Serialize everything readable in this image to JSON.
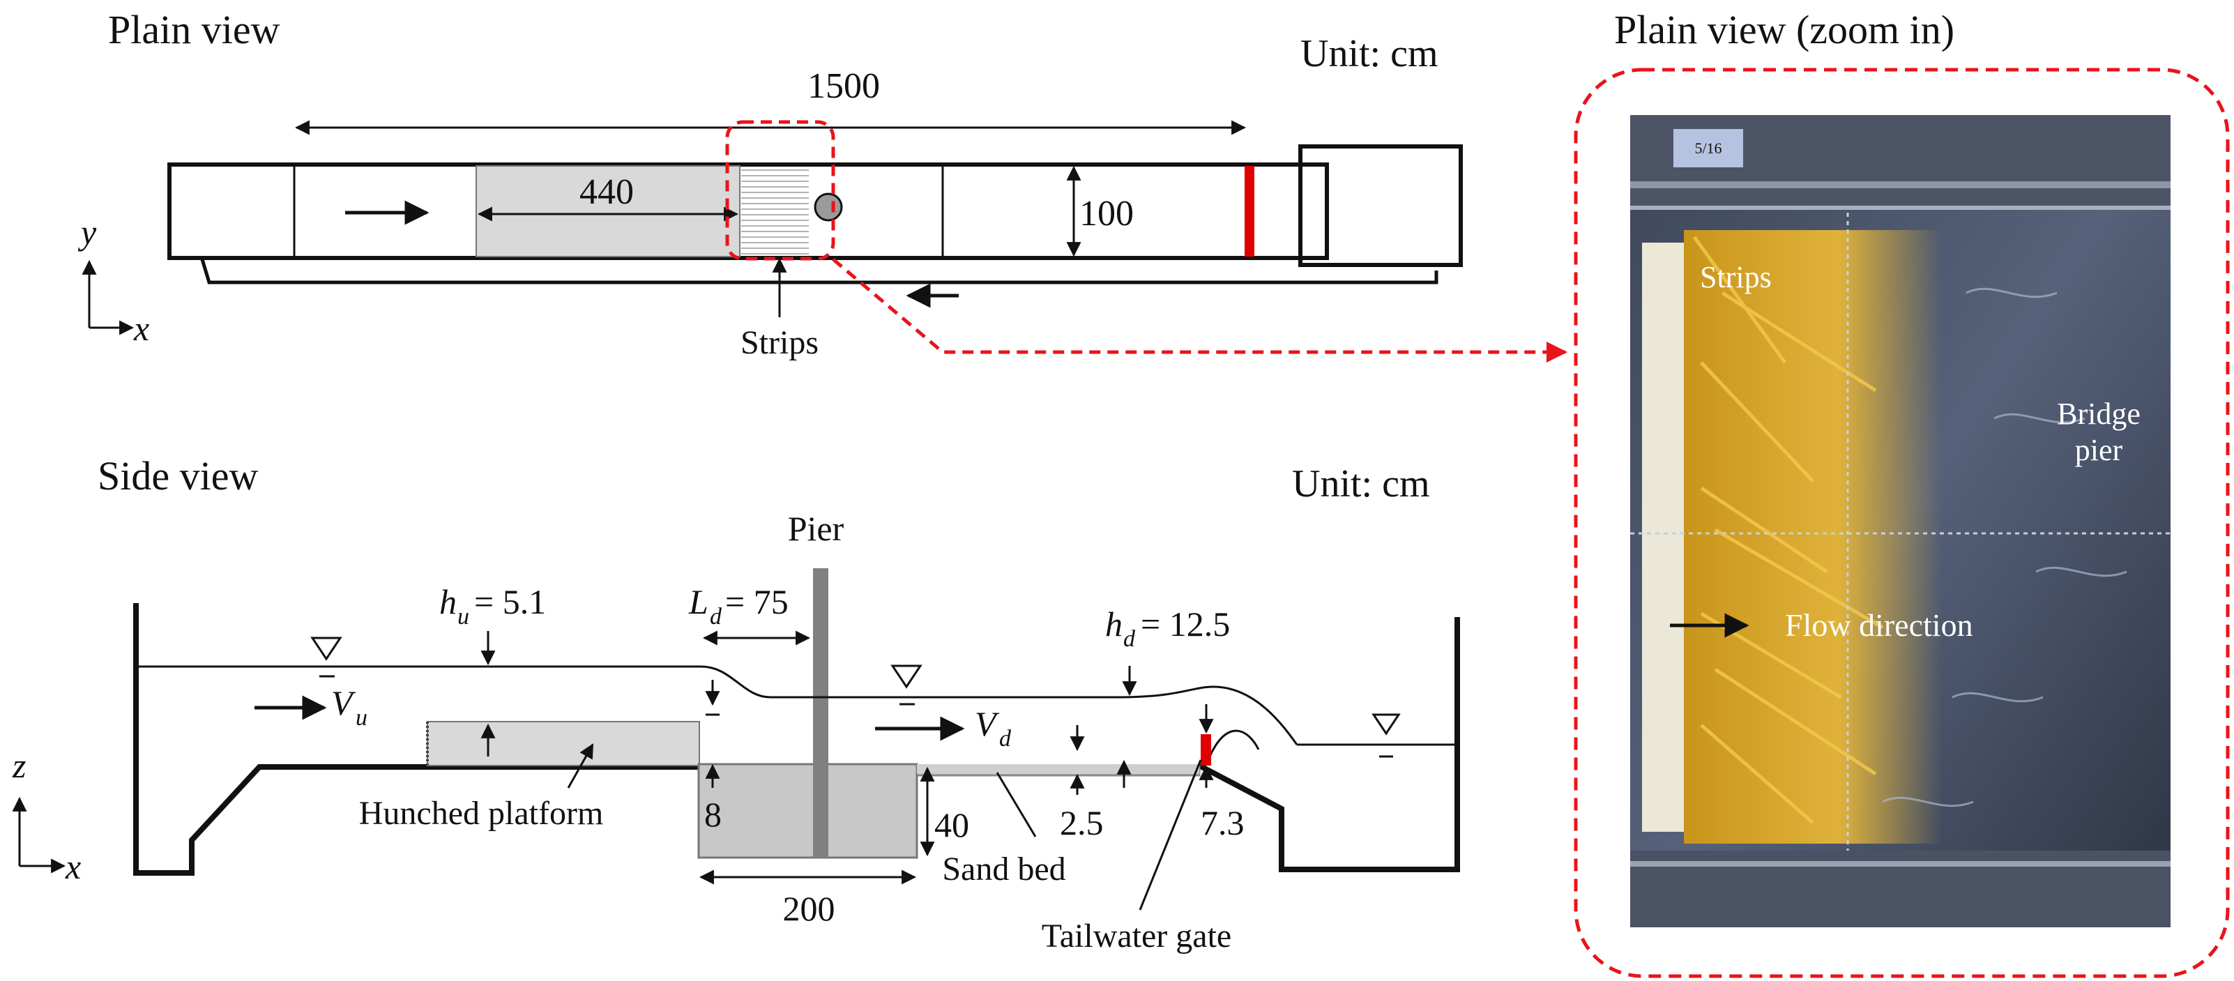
{
  "plan": {
    "title": "Plain view",
    "unit": "Unit:  cm",
    "length_1500": "1500",
    "length_440": "440",
    "width_100": "100",
    "strips": "Strips",
    "axis_y": "y",
    "axis_x": "x"
  },
  "side": {
    "title": "Side view",
    "unit": "Unit:  cm",
    "pier": "Pier",
    "hu_sym": "h",
    "hu_sub": "u",
    "hu_val": " = 5.1",
    "ld_sym": "L",
    "ld_sub": "d",
    "ld_val": " = 75",
    "hd_sym": "h",
    "hd_sub": "d",
    "hd_val": "= 12.5",
    "vu_sym": "V",
    "vu_sub": "u",
    "vd_sym": "V",
    "vd_sub": "d",
    "platform": "Hunched platform",
    "dim_8": "8",
    "dim_40": "40",
    "dim_200": "200",
    "dim_2_5": "2.5",
    "dim_7_3": "7.3",
    "sand_bed": "Sand bed",
    "gate": "Tailwater gate",
    "axis_z": "z",
    "axis_x": "x",
    "wl_symbol": "∇"
  },
  "zoom": {
    "title": "Plain view (zoom in)",
    "photo_label_strip": "5/16",
    "strips": "Strips",
    "bridge": "Bridge",
    "pier": "pier",
    "flow": "Flow direction"
  },
  "colors": {
    "red_dash": "#e8141b",
    "gate_red": "#e00000",
    "platform_gray": "#d9d9d9",
    "pier_gray": "#7f7f7f",
    "water_dark": "#2e3646",
    "strip_yellow": "#d9a824"
  }
}
